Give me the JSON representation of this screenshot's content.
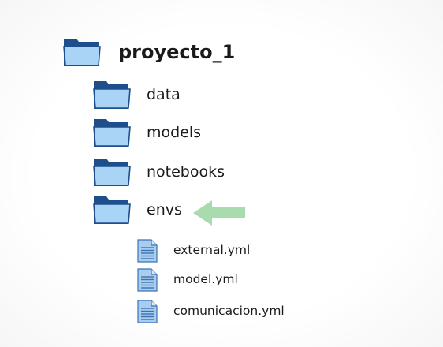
{
  "tree": {
    "root": {
      "label": "proyecto_1",
      "icon": "folder-icon"
    },
    "folders": [
      {
        "label": "data",
        "icon": "folder-icon"
      },
      {
        "label": "models",
        "icon": "folder-icon"
      },
      {
        "label": "notebooks",
        "icon": "folder-icon"
      },
      {
        "label": "envs",
        "icon": "folder-icon"
      }
    ],
    "files": [
      {
        "label": "external.yml",
        "icon": "document-icon"
      },
      {
        "label": "model.yml",
        "icon": "document-icon"
      },
      {
        "label": "comunicacion.yml",
        "icon": "document-icon"
      }
    ]
  },
  "highlight": {
    "icon": "left-arrow-icon",
    "color": "#a8dcae"
  },
  "colors": {
    "folder_dark": "#1f4e8c",
    "folder_light": "#aad4f5",
    "file_fill": "#a9cdee",
    "file_lines": "#3b73b3"
  }
}
